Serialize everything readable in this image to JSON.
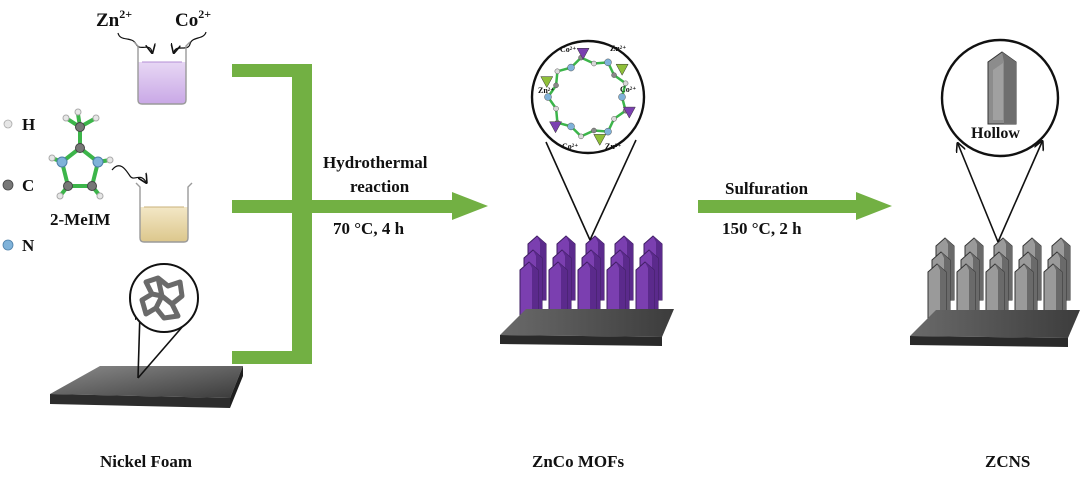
{
  "ions": {
    "zn": "Zn",
    "zn_charge": "2+",
    "co": "Co",
    "co_charge": "2+"
  },
  "legend": {
    "h": "H",
    "c": "C",
    "n": "N"
  },
  "ligand_label": "2-MeIM",
  "step1": {
    "line1": "Hydrothermal",
    "line2": "reaction",
    "condition": "70 °C, 4 h"
  },
  "step2": {
    "line1": "Sulfuration",
    "condition": "150 °C, 2 h"
  },
  "captions": {
    "nickel_foam": "Nickel Foam",
    "zif": "ZnCo MOFs",
    "product": "ZCNS"
  },
  "zoom_mof_labels": {
    "co_top": "Co²⁺",
    "zn_top": "Zn²⁺",
    "zn_left": "Zn²⁺",
    "co_right": "Co²⁺",
    "co_bottom": "Co²⁺",
    "zn_bottom": "Zn²⁺"
  },
  "zoom_product_label": "Hollow",
  "colors": {
    "arrow": "#72b043",
    "mof": "#7b3fb0",
    "product": "#8a8a8a",
    "substrate": "#4a4a4a",
    "liquid_top": "#d9c2ee",
    "liquid_mid": "#e8d6a6"
  }
}
